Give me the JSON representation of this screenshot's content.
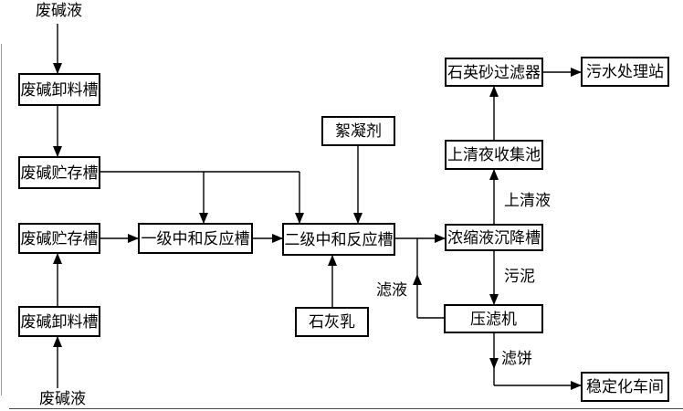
{
  "diagram": {
    "colors": {
      "background": "#ffffff",
      "line": "#000000",
      "text": "#000000",
      "left_edge_artifact": "#9a9a9a",
      "bottom_edge_artifact": "#4a4a4a"
    },
    "nodes": {
      "unload_top": {
        "label": "废碱卸料槽"
      },
      "storage_top": {
        "label": "废碱贮存槽"
      },
      "storage_mid": {
        "label": "废碱贮存槽"
      },
      "unload_bottom": {
        "label": "废碱卸料槽"
      },
      "neutral1": {
        "label": "一级中和反应槽"
      },
      "neutral2": {
        "label": "二级中和反应槽"
      },
      "flocculant": {
        "label": "絮凝剂"
      },
      "lime": {
        "label": "石灰乳"
      },
      "settling": {
        "label": "浓缩液沉降槽"
      },
      "press": {
        "label": "压滤机"
      },
      "supernatant_pool": {
        "label": "上清夜收集池"
      },
      "sand_filter": {
        "label": "石英砂过滤器"
      },
      "sewage_station": {
        "label": "污水处理站"
      },
      "stabilization": {
        "label": "稳定化车间"
      }
    },
    "stream_labels": {
      "feed_top": "废碱液",
      "feed_bottom": "废碱液",
      "supernatant": "上清液",
      "sludge": "污泥",
      "filtrate": "滤液",
      "filter_cake": "滤饼"
    }
  }
}
